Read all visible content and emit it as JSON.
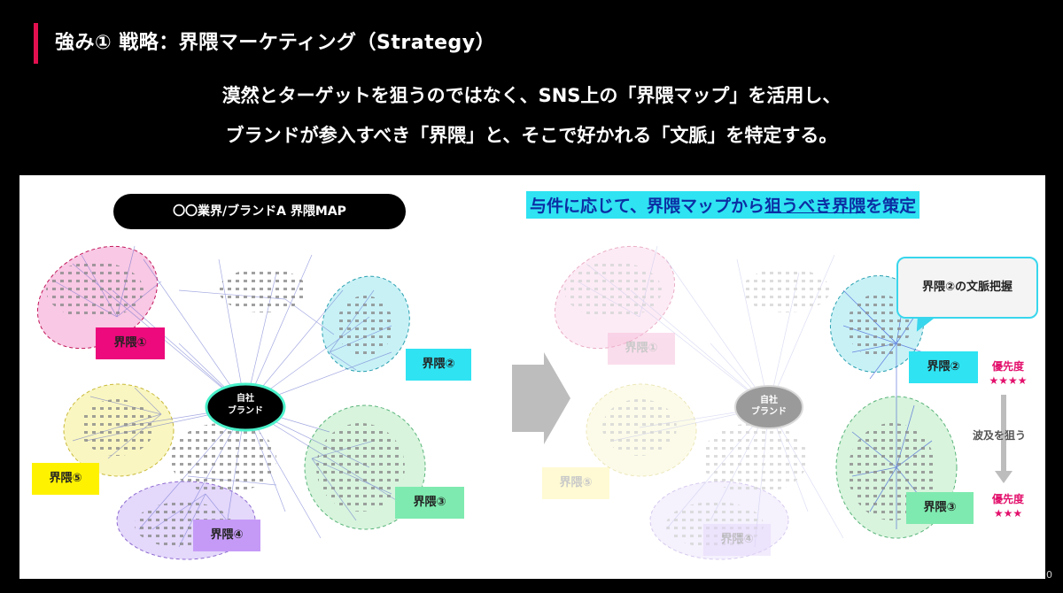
{
  "header": {
    "title": "強み① 戦略：界隈マーケティング（Strategy）",
    "lead_line1": "漠然とターゲットを狙うのではなく、SNS上の「界隈マップ」を活用し、",
    "lead_line2": "ブランドが参入すべき「界隈」と、そこで好かれる「文脈」を特定する。"
  },
  "left_map": {
    "pill_title": "〇〇業界/ブランドA 界隈MAP",
    "center_line1": "自社",
    "center_line2": "ブランド",
    "labels": [
      "界隈①",
      "界隈②",
      "界隈③",
      "界隈④",
      "界隈⑤"
    ]
  },
  "right_map": {
    "heading_part1": "与件に応じて、界隈マップから",
    "heading_part2": "狙うべき界隈",
    "heading_part3": "を策定",
    "center_line1": "自社",
    "center_line2": "ブランド",
    "labels": [
      "界隈①",
      "界隈②",
      "界隈③",
      "界隈④",
      "界隈⑤"
    ],
    "callout": "界隈②の文脈把握",
    "priority_top_label": "優先度",
    "priority_top_stars": "★★★★",
    "ripple_text": "波及を狙う",
    "priority_bottom_label": "優先度",
    "priority_bottom_stars": "★★★"
  },
  "colors": {
    "accent": "#e3104f",
    "cluster1": "#ec0a7c",
    "cluster2": "#2fe3f2",
    "cluster3": "#7eeaaf",
    "cluster4": "#c59af7",
    "cluster5": "#fff200",
    "highlight": "#2fe3f2",
    "priority": "#e3106c"
  },
  "page_number": "0"
}
